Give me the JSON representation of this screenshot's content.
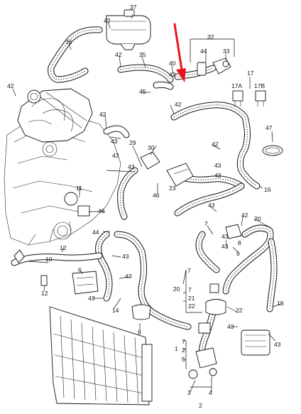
{
  "callouts": {
    "p1": "1",
    "p2": "2",
    "p3": "3",
    "p4": "4",
    "p5": "5",
    "p6": "6",
    "p7": "7",
    "p8": "8",
    "p9": "9",
    "p10": "10",
    "p11": "11",
    "p12": "12",
    "p14": "14",
    "p16": "16",
    "p17": "17",
    "p17a": "17A",
    "p17b": "17B",
    "p18": "18",
    "p20": "20",
    "p21": "21",
    "p22": "22",
    "p23": "23",
    "p29": "29",
    "p30": "30",
    "p32": "32",
    "p33": "33",
    "p35": "35",
    "p36": "36",
    "p37": "37",
    "p40": "40",
    "p42": "42",
    "p43": "43",
    "p44": "44",
    "p45": "45",
    "p46": "46",
    "p47": "47"
  },
  "highlight": {
    "color": "#e8141b"
  },
  "colors": {
    "ink": "#111111",
    "paper": "#ffffff"
  }
}
